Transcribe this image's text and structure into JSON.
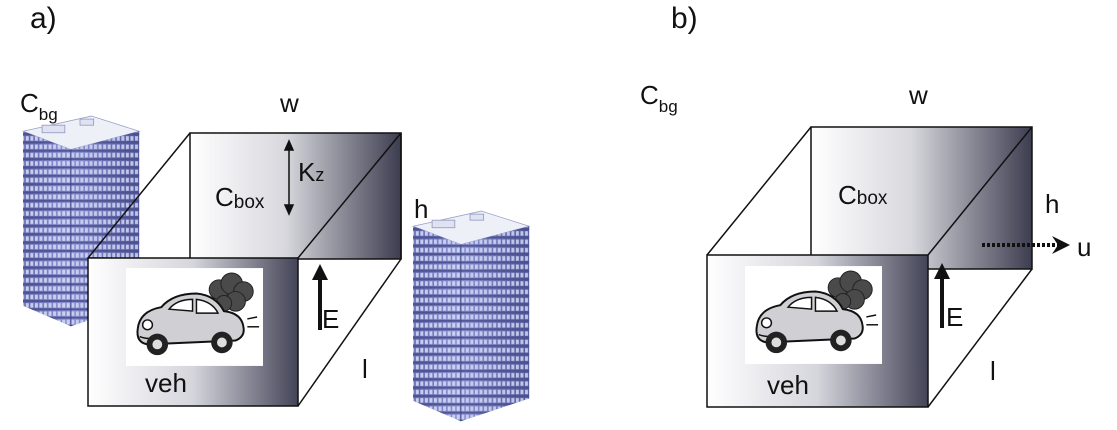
{
  "panels": [
    {
      "id": "a",
      "label": "a)",
      "background_concentration": {
        "base": "C",
        "subscript": "bg"
      },
      "box_concentration": {
        "base": "C",
        "subscript": "box"
      },
      "width_label": "w",
      "height_label": "h",
      "length_label": "l",
      "emission_label": "E",
      "vehicle_label": "veh",
      "mixing_label": {
        "base": "K",
        "subscript": "z"
      },
      "wind_label": ""
    },
    {
      "id": "b",
      "label": "b)",
      "background_concentration": {
        "base": "C",
        "subscript": "bg"
      },
      "box_concentration": {
        "base": "C",
        "subscript": "box"
      },
      "width_label": "w",
      "height_label": "h",
      "length_label": "l",
      "emission_label": "E",
      "vehicle_label": "veh",
      "mixing_label": null,
      "wind_label": "u"
    }
  ],
  "colors": {
    "box_dark": "#3d3d50",
    "box_light": "#ffffff",
    "building_facade": "#7a80c4",
    "building_window": "#c9d0f2",
    "building_roof": "#e6e8f4",
    "outline": "#111111"
  },
  "icons": [
    "car-emitting-smoke-icon",
    "office-building-icon"
  ]
}
